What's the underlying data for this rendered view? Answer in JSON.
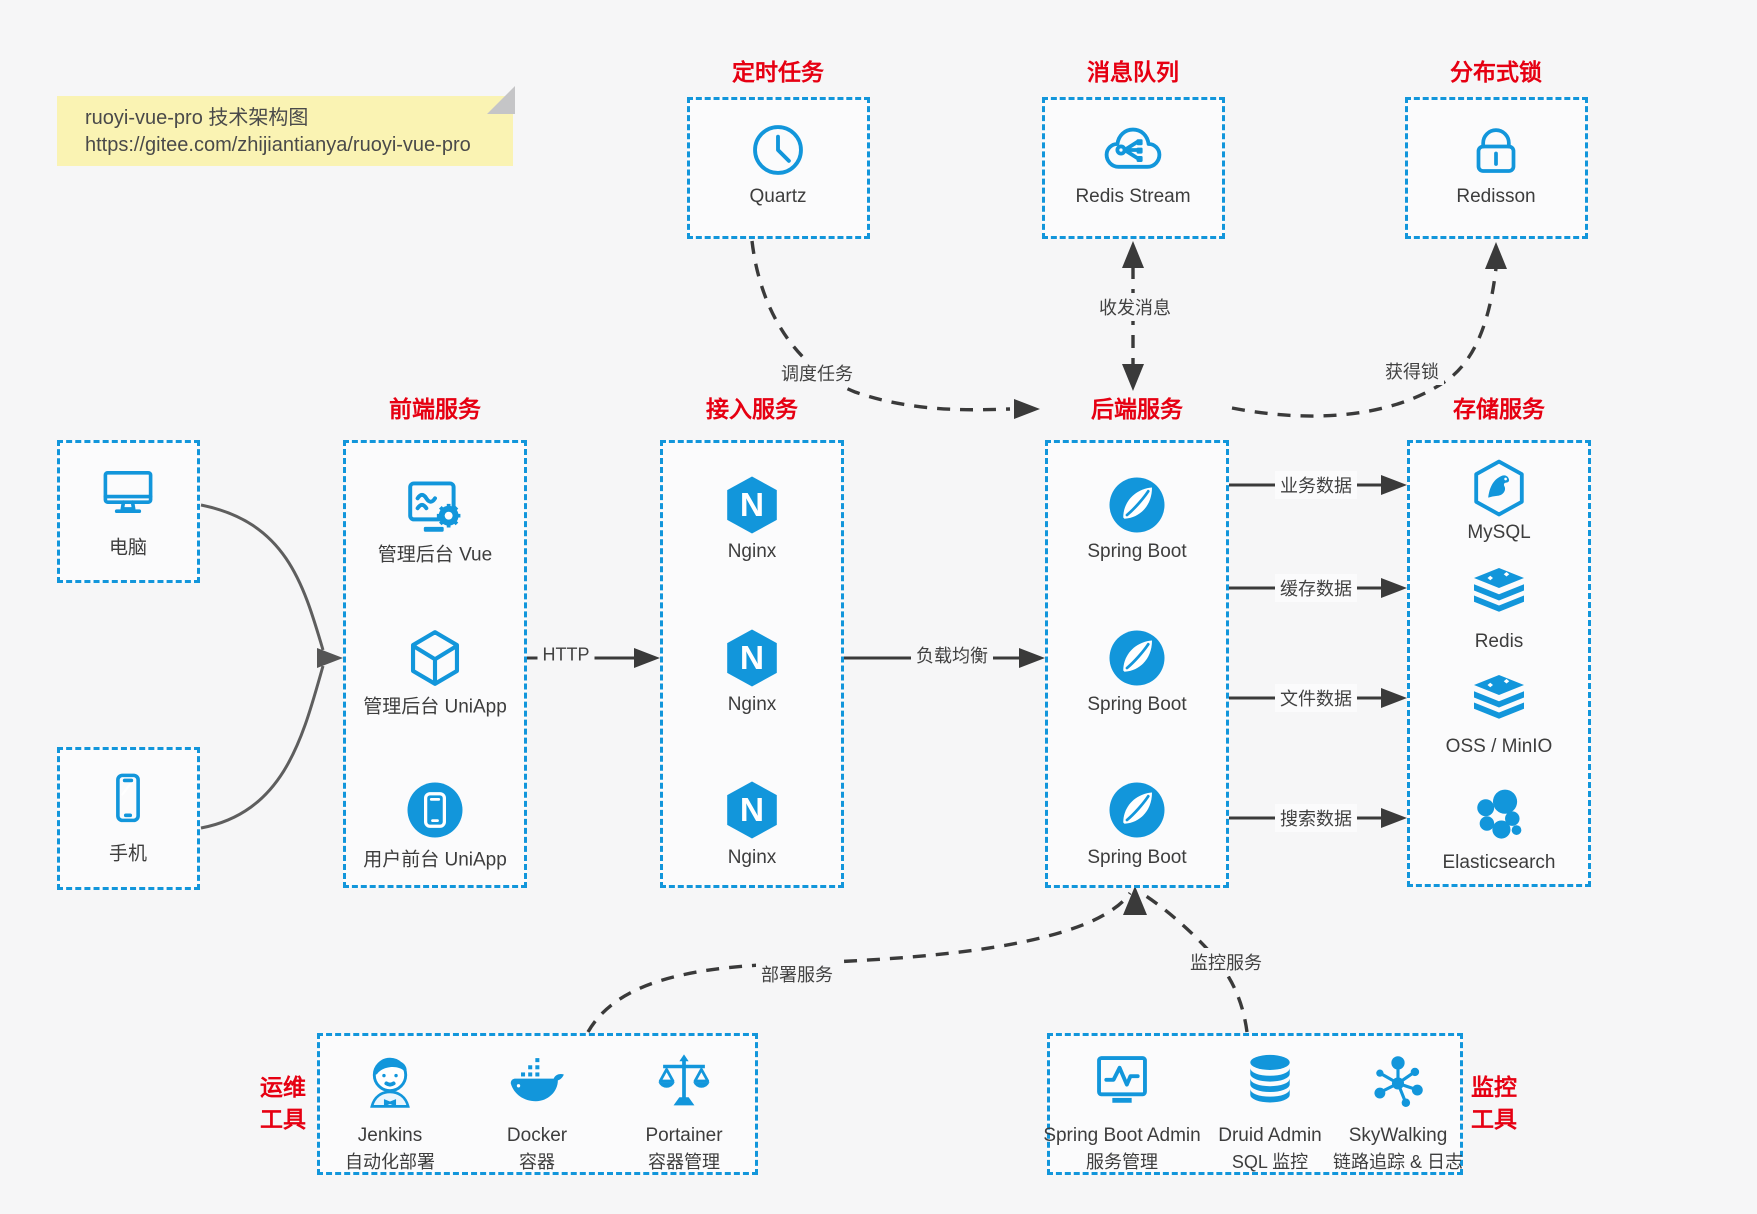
{
  "colors": {
    "blue": "#1296db",
    "red": "#e60012",
    "arrow": "#3a3a3a",
    "note_bg": "#faf3b3"
  },
  "note": {
    "line1": "ruoyi-vue-pro 技术架构图",
    "line2": "https://gitee.com/zhijiantianya/ruoyi-vue-pro"
  },
  "top_groups": [
    {
      "label": "定时任务",
      "item": {
        "icon": "clock-icon",
        "label": "Quartz"
      }
    },
    {
      "label": "消息队列",
      "item": {
        "icon": "cloud-mq-icon",
        "label": "Redis Stream"
      }
    },
    {
      "label": "分布式锁",
      "item": {
        "icon": "lock-icon",
        "label": "Redisson"
      }
    }
  ],
  "clients": [
    {
      "icon": "desktop-icon",
      "label": "电脑"
    },
    {
      "icon": "smartphone-icon",
      "label": "手机"
    }
  ],
  "columns": {
    "frontend": {
      "label": "前端服务",
      "items": [
        {
          "icon": "admin-vue-icon",
          "label": "管理后台 Vue"
        },
        {
          "icon": "uniapp-cube-icon",
          "label": "管理后台 UniApp"
        },
        {
          "icon": "user-app-icon",
          "label": "用户前台 UniApp"
        }
      ]
    },
    "gateway": {
      "label": "接入服务",
      "icon_letter": "N",
      "items": [
        {
          "icon": "nginx-icon",
          "label": "Nginx"
        },
        {
          "icon": "nginx-icon",
          "label": "Nginx"
        },
        {
          "icon": "nginx-icon",
          "label": "Nginx"
        }
      ]
    },
    "backend": {
      "label": "后端服务",
      "items": [
        {
          "icon": "spring-boot-icon",
          "label": "Spring Boot"
        },
        {
          "icon": "spring-boot-icon",
          "label": "Spring Boot"
        },
        {
          "icon": "spring-boot-icon",
          "label": "Spring Boot"
        }
      ]
    },
    "storage": {
      "label": "存储服务",
      "items": [
        {
          "icon": "mysql-icon",
          "label": "MySQL"
        },
        {
          "icon": "redis-stack-icon",
          "label": "Redis"
        },
        {
          "icon": "redis-stack-icon",
          "label": "OSS / MinIO"
        },
        {
          "icon": "elasticsearch-icon",
          "label": "Elasticsearch"
        }
      ]
    }
  },
  "edges": {
    "http": "HTTP",
    "load_balance": "负载均衡",
    "schedule": "调度任务",
    "message": "收发消息",
    "get_lock": "获得锁",
    "business_data": "业务数据",
    "cache_data": "缓存数据",
    "file_data": "文件数据",
    "search_data": "搜索数据",
    "deploy": "部署服务",
    "monitor": "监控服务"
  },
  "ops": {
    "label_line1": "运维",
    "label_line2": "工具",
    "items": [
      {
        "icon": "jenkins-icon",
        "label": "Jenkins",
        "sublabel": "自动化部署"
      },
      {
        "icon": "docker-icon",
        "label": "Docker",
        "sublabel": "容器"
      },
      {
        "icon": "portainer-icon",
        "label": "Portainer",
        "sublabel": "容器管理"
      }
    ]
  },
  "monitoring": {
    "label_line1": "监控",
    "label_line2": "工具",
    "items": [
      {
        "icon": "sba-icon",
        "label": "Spring Boot Admin",
        "sublabel": "服务管理"
      },
      {
        "icon": "druid-icon",
        "label": "Druid Admin",
        "sublabel": "SQL 监控"
      },
      {
        "icon": "skywalking-icon",
        "label": "SkyWalking",
        "sublabel": "链路追踪 & 日志"
      }
    ]
  }
}
